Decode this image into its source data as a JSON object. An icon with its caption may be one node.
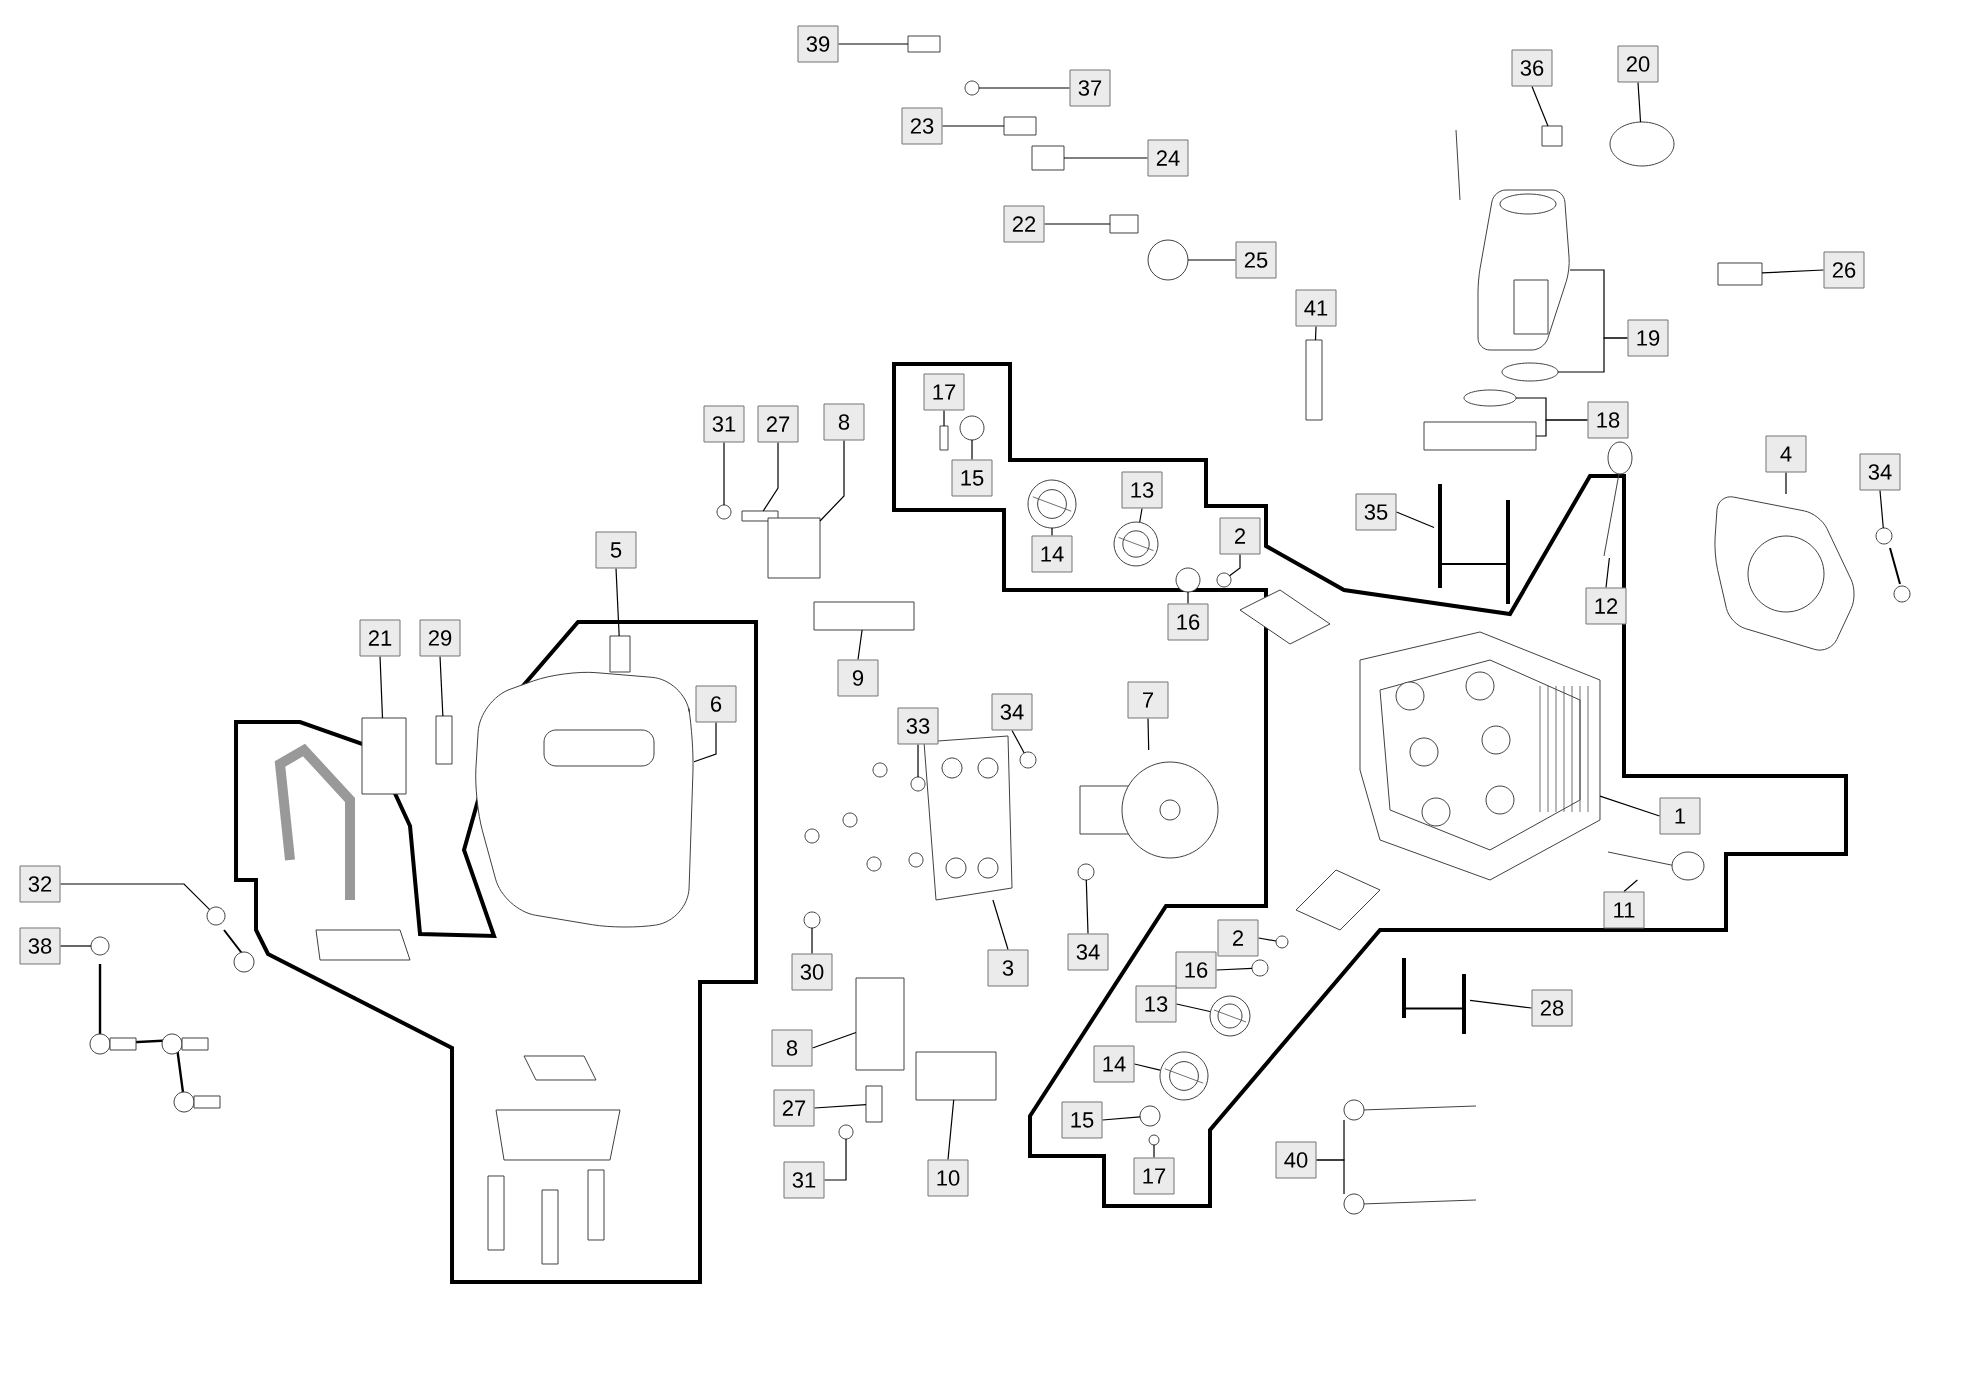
{
  "diagram": {
    "nodes": [
      {
        "text": [
          "39"
        ]
      },
      {
        "text": [
          "37"
        ]
      },
      {
        "text": [
          "23"
        ]
      },
      {
        "text": [
          "24"
        ]
      },
      {
        "text": [
          "36"
        ]
      },
      {
        "text": [
          "20"
        ]
      },
      {
        "text": [
          "22"
        ]
      },
      {
        "text": [
          "25"
        ]
      },
      {
        "text": [
          "26"
        ]
      },
      {
        "text": [
          "41"
        ]
      },
      {
        "text": [
          "19"
        ]
      },
      {
        "text": [
          "18"
        ]
      },
      {
        "text": [
          "31"
        ]
      },
      {
        "text": [
          "27"
        ]
      },
      {
        "text": [
          "8"
        ]
      },
      {
        "text": [
          "17"
        ]
      },
      {
        "text": [
          "15"
        ]
      },
      {
        "text": [
          "4"
        ]
      },
      {
        "text": [
          "34"
        ]
      },
      {
        "text": [
          "35"
        ]
      },
      {
        "text": [
          "13"
        ]
      },
      {
        "text": [
          "14"
        ]
      },
      {
        "text": [
          "2"
        ]
      },
      {
        "text": [
          "16"
        ]
      },
      {
        "text": [
          "5"
        ]
      },
      {
        "text": [
          "21"
        ]
      },
      {
        "text": [
          "29"
        ]
      },
      {
        "text": [
          "12"
        ]
      },
      {
        "text": [
          "9"
        ]
      },
      {
        "text": [
          "6"
        ]
      },
      {
        "text": [
          "33"
        ]
      },
      {
        "text": [
          "34"
        ]
      },
      {
        "text": [
          "7"
        ]
      },
      {
        "text": [
          "1"
        ]
      },
      {
        "text": [
          "11"
        ]
      },
      {
        "text": [
          "32"
        ]
      },
      {
        "text": [
          "38"
        ]
      },
      {
        "text": [
          "30"
        ]
      },
      {
        "text": [
          "3"
        ]
      },
      {
        "text": [
          "34"
        ]
      },
      {
        "text": [
          "2"
        ]
      },
      {
        "text": [
          "16"
        ]
      },
      {
        "text": [
          "13"
        ]
      },
      {
        "text": [
          "14"
        ]
      },
      {
        "text": [
          "28"
        ]
      },
      {
        "text": [
          "8"
        ]
      },
      {
        "text": [
          "27"
        ]
      },
      {
        "text": [
          "15"
        ]
      },
      {
        "text": [
          "31"
        ]
      },
      {
        "text": [
          "10"
        ]
      },
      {
        "text": [
          "17"
        ]
      },
      {
        "text": [
          "40"
        ]
      },
      {
        "text": [],
        "shape": "box"
      },
      {
        "text": [],
        "shape": "circle"
      },
      {
        "text": [],
        "shape": "box"
      },
      {
        "text": [],
        "shape": "box"
      },
      {
        "text": [],
        "shape": "box"
      },
      {
        "text": [],
        "shape": "ellipse"
      },
      {
        "text": [],
        "shape": "box"
      },
      {
        "text": [],
        "shape": "circle"
      },
      {
        "text": [],
        "shape": "box"
      },
      {
        "text": [],
        "shape": "box"
      },
      {
        "text": [],
        "shape": "picture"
      },
      {
        "text": [],
        "shape": "ellipse"
      },
      {
        "text": [],
        "shape": "ellipse"
      },
      {
        "text": [],
        "shape": "box"
      },
      {
        "text": [],
        "shape": "circle"
      },
      {
        "text": [],
        "shape": "box"
      },
      {
        "text": [],
        "shape": "box"
      },
      {
        "text": [],
        "shape": "box"
      },
      {
        "text": [],
        "shape": "circle"
      },
      {
        "text": [],
        "shape": "picture"
      },
      {
        "text": [],
        "shape": "circle"
      },
      {
        "text": [],
        "shape": "picture"
      },
      {
        "text": [],
        "shape": "picture"
      },
      {
        "text": [],
        "shape": "picture"
      },
      {
        "text": [],
        "shape": "circle"
      },
      {
        "text": [],
        "shape": "circle"
      },
      {
        "text": [],
        "shape": "box"
      },
      {
        "text": [],
        "shape": "box"
      },
      {
        "text": [],
        "shape": "box"
      },
      {
        "text": [],
        "shape": "picture"
      },
      {
        "text": [],
        "shape": "box"
      },
      {
        "text": [],
        "shape": "picture"
      },
      {
        "text": [],
        "shape": "circle"
      },
      {
        "text": [],
        "shape": "circle"
      },
      {
        "text": [],
        "shape": "picture"
      },
      {
        "text": [],
        "shape": "picture"
      },
      {
        "text": [],
        "shape": "picture"
      },
      {
        "text": [],
        "shape": "circle"
      },
      {
        "text": [],
        "shape": "circle"
      },
      {
        "text": [],
        "shape": "circle"
      },
      {
        "text": [],
        "shape": "picture"
      },
      {
        "text": [],
        "shape": "circle"
      },
      {
        "text": [],
        "shape": "circle"
      },
      {
        "text": [],
        "shape": "circle"
      },
      {
        "text": [],
        "shape": "picture"
      },
      {
        "text": [],
        "shape": "picture"
      },
      {
        "text": [],
        "shape": "picture"
      },
      {
        "text": [],
        "shape": "box"
      },
      {
        "text": [],
        "shape": "box"
      },
      {
        "text": [],
        "shape": "circle"
      },
      {
        "text": [],
        "shape": "circle"
      },
      {
        "text": [],
        "shape": "box"
      },
      {
        "text": [],
        "shape": "circle"
      },
      {
        "text": [],
        "shape": "picture"
      },
      {
        "text": [],
        "shape": "picture"
      }
    ],
    "edges": [
      {
        "from": 0,
        "to": 52,
        "arrow": "none"
      },
      {
        "from": 1,
        "to": 53,
        "arrow": "none"
      },
      {
        "from": 2,
        "to": 54,
        "arrow": "none"
      },
      {
        "from": 3,
        "to": 55,
        "arrow": "none"
      },
      {
        "from": 4,
        "to": 56,
        "arrow": "none"
      },
      {
        "from": 5,
        "to": 57,
        "arrow": "none"
      },
      {
        "from": 6,
        "to": 58,
        "arrow": "none"
      },
      {
        "from": 7,
        "to": 59,
        "arrow": "none"
      },
      {
        "from": 8,
        "to": 60,
        "arrow": "none"
      },
      {
        "from": 9,
        "to": 61,
        "arrow": "none"
      },
      {
        "from": 10,
        "to": 62,
        "arrow": "none"
      },
      {
        "from": 10,
        "to": 63,
        "arrow": "none"
      },
      {
        "from": 11,
        "to": 64,
        "arrow": "none"
      },
      {
        "from": 11,
        "to": 65,
        "arrow": "none"
      },
      {
        "from": 12,
        "to": 66,
        "arrow": "none"
      },
      {
        "from": 13,
        "to": 67,
        "arrow": "none"
      },
      {
        "from": 14,
        "to": 68,
        "arrow": "none"
      },
      {
        "from": 15,
        "to": 69,
        "arrow": "none"
      },
      {
        "from": 16,
        "to": 70,
        "arrow": "none"
      },
      {
        "from": 17,
        "to": 71,
        "arrow": "none"
      },
      {
        "from": 18,
        "to": 72,
        "arrow": "none"
      },
      {
        "from": 19,
        "to": 73,
        "arrow": "none"
      },
      {
        "from": 20,
        "to": 74,
        "arrow": "none"
      },
      {
        "from": 21,
        "to": 75,
        "arrow": "none"
      },
      {
        "from": 22,
        "to": 76,
        "arrow": "none"
      },
      {
        "from": 23,
        "to": 77,
        "arrow": "none"
      },
      {
        "from": 24,
        "to": 78,
        "arrow": "none"
      },
      {
        "from": 25,
        "to": 79,
        "arrow": "none"
      },
      {
        "from": 26,
        "to": 80,
        "arrow": "none"
      },
      {
        "from": 27,
        "to": 81,
        "arrow": "none"
      },
      {
        "from": 28,
        "to": 82,
        "arrow": "none"
      },
      {
        "from": 29,
        "to": 83,
        "arrow": "none"
      },
      {
        "from": 30,
        "to": 84,
        "arrow": "none"
      },
      {
        "from": 31,
        "to": 85,
        "arrow": "none"
      },
      {
        "from": 32,
        "to": 86,
        "arrow": "none"
      },
      {
        "from": 33,
        "to": 87,
        "arrow": "none"
      },
      {
        "from": 34,
        "to": 88,
        "arrow": "none"
      },
      {
        "from": 35,
        "to": 89,
        "arrow": "none"
      },
      {
        "from": 36,
        "to": 90,
        "arrow": "none"
      },
      {
        "from": 37,
        "to": 91,
        "arrow": "none"
      },
      {
        "from": 38,
        "to": 92,
        "arrow": "none"
      },
      {
        "from": 39,
        "to": 93,
        "arrow": "none"
      },
      {
        "from": 40,
        "to": 94,
        "arrow": "none"
      },
      {
        "from": 41,
        "to": 95,
        "arrow": "none"
      },
      {
        "from": 42,
        "to": 96,
        "arrow": "none"
      },
      {
        "from": 43,
        "to": 97,
        "arrow": "none"
      },
      {
        "from": 44,
        "to": 98,
        "arrow": "none"
      },
      {
        "from": 45,
        "to": 99,
        "arrow": "none"
      },
      {
        "from": 46,
        "to": 100,
        "arrow": "none"
      },
      {
        "from": 47,
        "to": 101,
        "arrow": "none"
      },
      {
        "from": 48,
        "to": 102,
        "arrow": "none"
      },
      {
        "from": 49,
        "to": 103,
        "arrow": "none"
      },
      {
        "from": 50,
        "to": 104,
        "arrow": "none"
      },
      {
        "from": 51,
        "to": 105,
        "arrow": "none"
      },
      {
        "from": 51,
        "to": 106,
        "arrow": "none"
      }
    ]
  }
}
